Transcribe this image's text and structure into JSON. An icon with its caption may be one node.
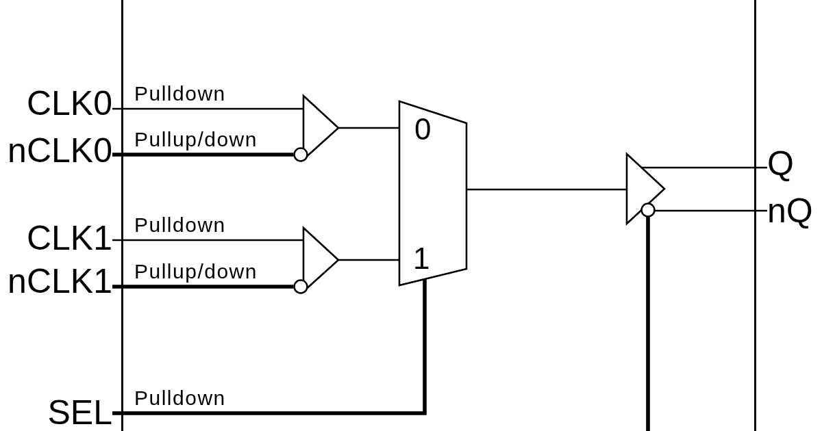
{
  "diagram": {
    "nodes": [
      {
        "text": [],
        "shape": "box"
      },
      {
        "text": [
          "CLK0"
        ]
      },
      {
        "text": [
          "nCLK0"
        ]
      },
      {
        "text": [
          "CLK1"
        ]
      },
      {
        "text": [
          "nCLK1"
        ]
      },
      {
        "text": [
          "SEL"
        ]
      },
      {
        "text": [],
        "shape": "triangle",
        "in": 0
      },
      {
        "text": [],
        "shape": "triangle",
        "in": 0
      },
      {
        "text": [
          "0",
          "1"
        ],
        "in": 0
      },
      {
        "text": [],
        "shape": "triangle",
        "in": 0
      },
      {
        "text": [
          "Q"
        ]
      },
      {
        "text": [
          "nQ"
        ]
      }
    ],
    "edges": [
      {
        "from": 1,
        "to": 6,
        "arrow": "none",
        "label": "Pulldown"
      },
      {
        "from": 2,
        "to": 6,
        "arrow": "none",
        "label": "Pullup/down",
        "style": "thick"
      },
      {
        "from": 3,
        "to": 7,
        "arrow": "none",
        "label": "Pulldown"
      },
      {
        "from": 4,
        "to": 7,
        "arrow": "none",
        "label": "Pullup/down",
        "style": "thick"
      },
      {
        "from": 6,
        "to": 8,
        "arrow": "none"
      },
      {
        "from": 7,
        "to": 8,
        "arrow": "none"
      },
      {
        "from": 5,
        "to": 8,
        "arrow": "none",
        "label": "Pulldown",
        "style": "thick"
      },
      {
        "from": 8,
        "to": 9,
        "arrow": "none"
      },
      {
        "from": 9,
        "to": 10,
        "arrow": "none"
      },
      {
        "from": 9,
        "to": 11,
        "arrow": "none"
      },
      {
        "from": null,
        "to": 9,
        "arrow": "none",
        "style": "thick"
      }
    ]
  }
}
